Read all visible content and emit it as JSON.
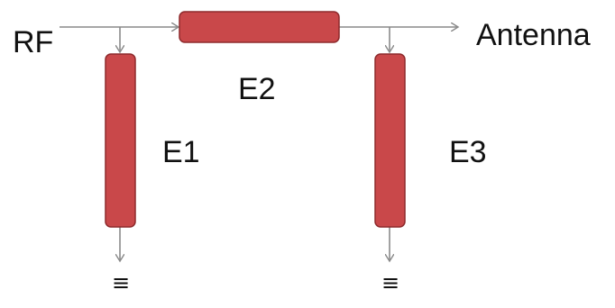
{
  "labels": {
    "input": "RF",
    "output": "Antenna",
    "element_1": "E1",
    "element_2": "E2",
    "element_3": "E3"
  },
  "ground_symbol": "≡",
  "colors": {
    "element_fill": "#c9484a",
    "element_stroke": "#8e2a2c",
    "line": "#8a8a8a",
    "text": "#111111"
  }
}
